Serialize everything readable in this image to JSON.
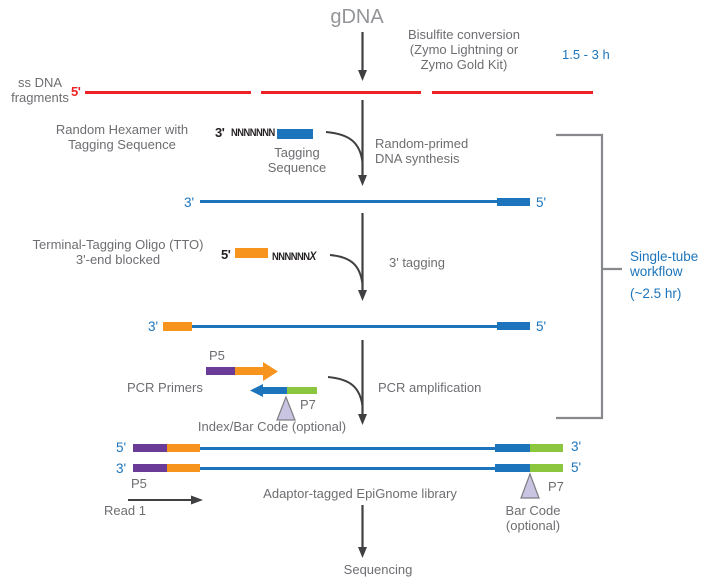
{
  "colors": {
    "strand_blue": "#1C75BC",
    "orange": "#F7941E",
    "purple": "#6A3C97",
    "green": "#8CC63F",
    "red": "#EC2227",
    "label_gray": "#6D6E71",
    "arrow_dark": "#404042",
    "bracket_gray": "#87898C",
    "triangle_fill": "#C8C4E1"
  },
  "top": {
    "gdna": "gDNA",
    "bisulfite_line1": "Bisulfite conversion",
    "bisulfite_line2": "(Zymo Lightning or",
    "bisulfite_line3": "Zymo Gold Kit)",
    "duration": "1.5 - 3 h"
  },
  "ssdna": {
    "label_line1": "ss DNA",
    "label_line2": "fragments",
    "five_prime": "5'"
  },
  "hexamer": {
    "label_line1": "Random Hexamer with",
    "label_line2": "Tagging Sequence",
    "three_prime": "3'",
    "n_sequence": "NNNNNNN",
    "tag_line1": "Tagging",
    "tag_line2": "Sequence"
  },
  "step1": {
    "label_line1": "Random-primed",
    "label_line2": "DNA synthesis"
  },
  "strand1": {
    "three_prime": "3'",
    "five_prime": "5'"
  },
  "tto": {
    "label_line1": "Terminal-Tagging Oligo (TTO)",
    "label_line2": "3'-end blocked",
    "five_prime": "5'",
    "n_sequence": "NNNNNN",
    "blocked_char": "X"
  },
  "step2": {
    "label": "3' tagging"
  },
  "strand2": {
    "three_prime": "3'",
    "five_prime": "5'"
  },
  "pcr": {
    "primers_label": "PCR Primers",
    "p5": "P5",
    "p7": "P7",
    "index_label": "Index/Bar Code (optional)",
    "step_label": "PCR amplification"
  },
  "library": {
    "top_left_prime": "5'",
    "top_right_prime": "3'",
    "bottom_left_prime": "3'",
    "bottom_right_prime": "5'",
    "p5": "P5",
    "p7": "P7",
    "read1": "Read 1",
    "label": "Adaptor-tagged EpiGnome library",
    "barcode_line1": "Bar Code",
    "barcode_line2": "(optional)"
  },
  "workflow": {
    "line1": "Single-tube",
    "line2": "workflow",
    "line3": "(~2.5 hr)"
  },
  "sequencing": {
    "label": "Sequencing"
  }
}
